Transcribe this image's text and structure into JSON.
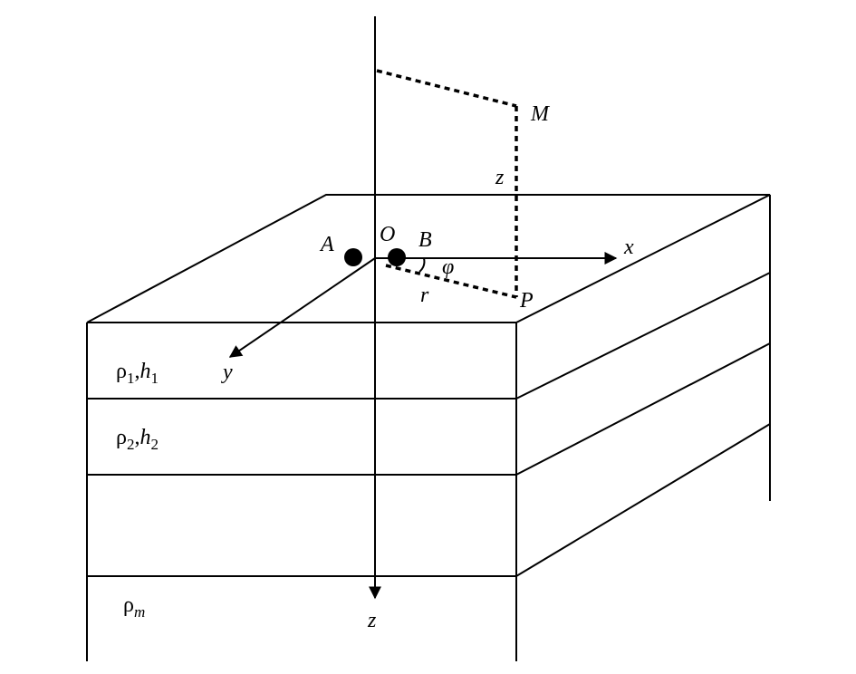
{
  "labels": {
    "A": "A",
    "O": "O",
    "B": "B",
    "M": "M",
    "P": "P",
    "x": "x",
    "y": "y",
    "z_vertical": "z",
    "z_axis": "z",
    "r": "r",
    "phi": "φ"
  },
  "layers": [
    {
      "rho": "ρ",
      "sub": "1",
      "sep": ",",
      "h": "h",
      "hsub": "1"
    },
    {
      "rho": "ρ",
      "sub": "2",
      "sep": ",",
      "h": "h",
      "hsub": "2"
    },
    {
      "rho": "ρ",
      "sub": "m"
    }
  ]
}
